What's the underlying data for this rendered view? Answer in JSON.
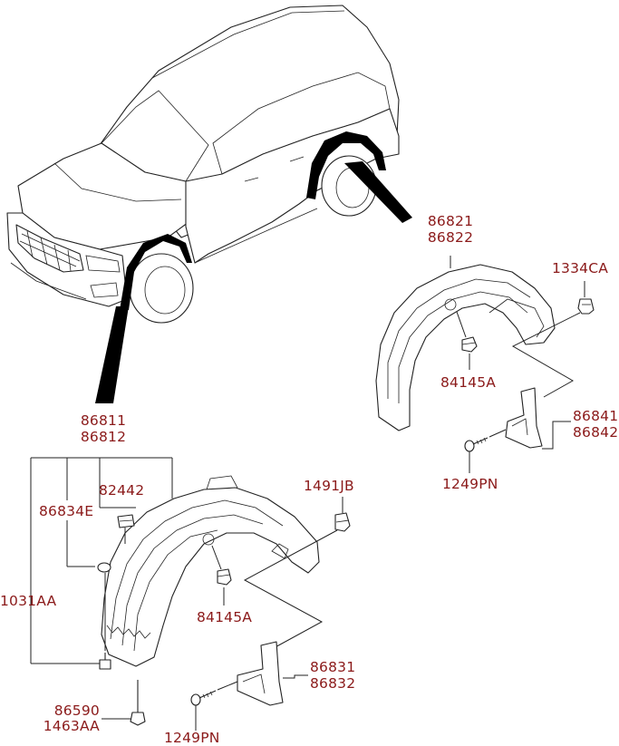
{
  "colors": {
    "label_text": "#8b1a1a",
    "line_art": "#222222",
    "background": "#ffffff",
    "highlight": "#000000"
  },
  "labels": {
    "rear_guard": {
      "line1": "86821",
      "line2": "86822"
    },
    "rear_clip": "1334CA",
    "rear_nut": "84145A",
    "rear_mudflap": {
      "line1": "86841",
      "line2": "86842"
    },
    "rear_screw": "1249PN",
    "front_guard": {
      "line1": "86811",
      "line2": "86812"
    },
    "front_retainer": "82442",
    "front_grommet": "86834E",
    "front_clip": "1491JB",
    "front_bolt": "1031AA",
    "front_nut": "84145A",
    "front_mudflap": {
      "line1": "86831",
      "line2": "86832"
    },
    "front_fastener": {
      "line1": "86590",
      "line2": "1463AA"
    },
    "front_screw": "1249PN"
  }
}
